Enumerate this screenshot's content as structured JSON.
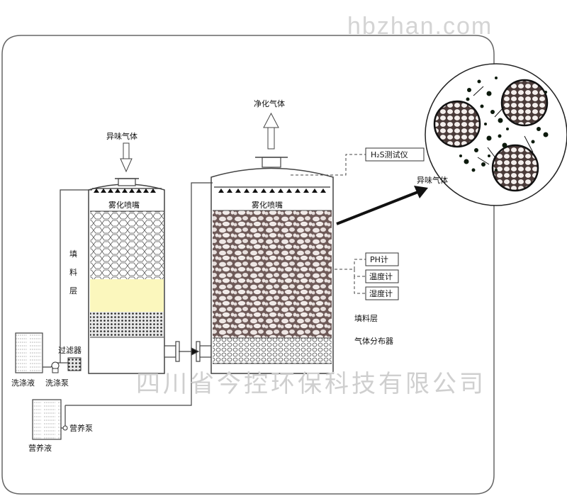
{
  "watermark_site": "hbzhan.com",
  "watermark_company": "四川省今控环保科技有限公司",
  "labels": {
    "odor_gas_in": "异味气体",
    "purified_gas": "净化气体",
    "nozzle_1": "雾化喷嘴",
    "nozzle_2": "雾化喷嘴",
    "packing_layer_vertical": [
      "填",
      "料",
      "层"
    ],
    "h2s_tester": "H₂S测试仪",
    "odor_gas_zoom": "异味气体",
    "ph_meter": "PH计",
    "temp_meter": "温度计",
    "humidity_meter": "湿度计",
    "packing_layer": "填料层",
    "gas_distributor": "气体分布器",
    "filter": "过滤器",
    "wash_liquid": "洗涤液",
    "wash_pump": "洗涤泵",
    "nutrient_pump": "营养泵",
    "nutrient_liquid": "营养液"
  }
}
